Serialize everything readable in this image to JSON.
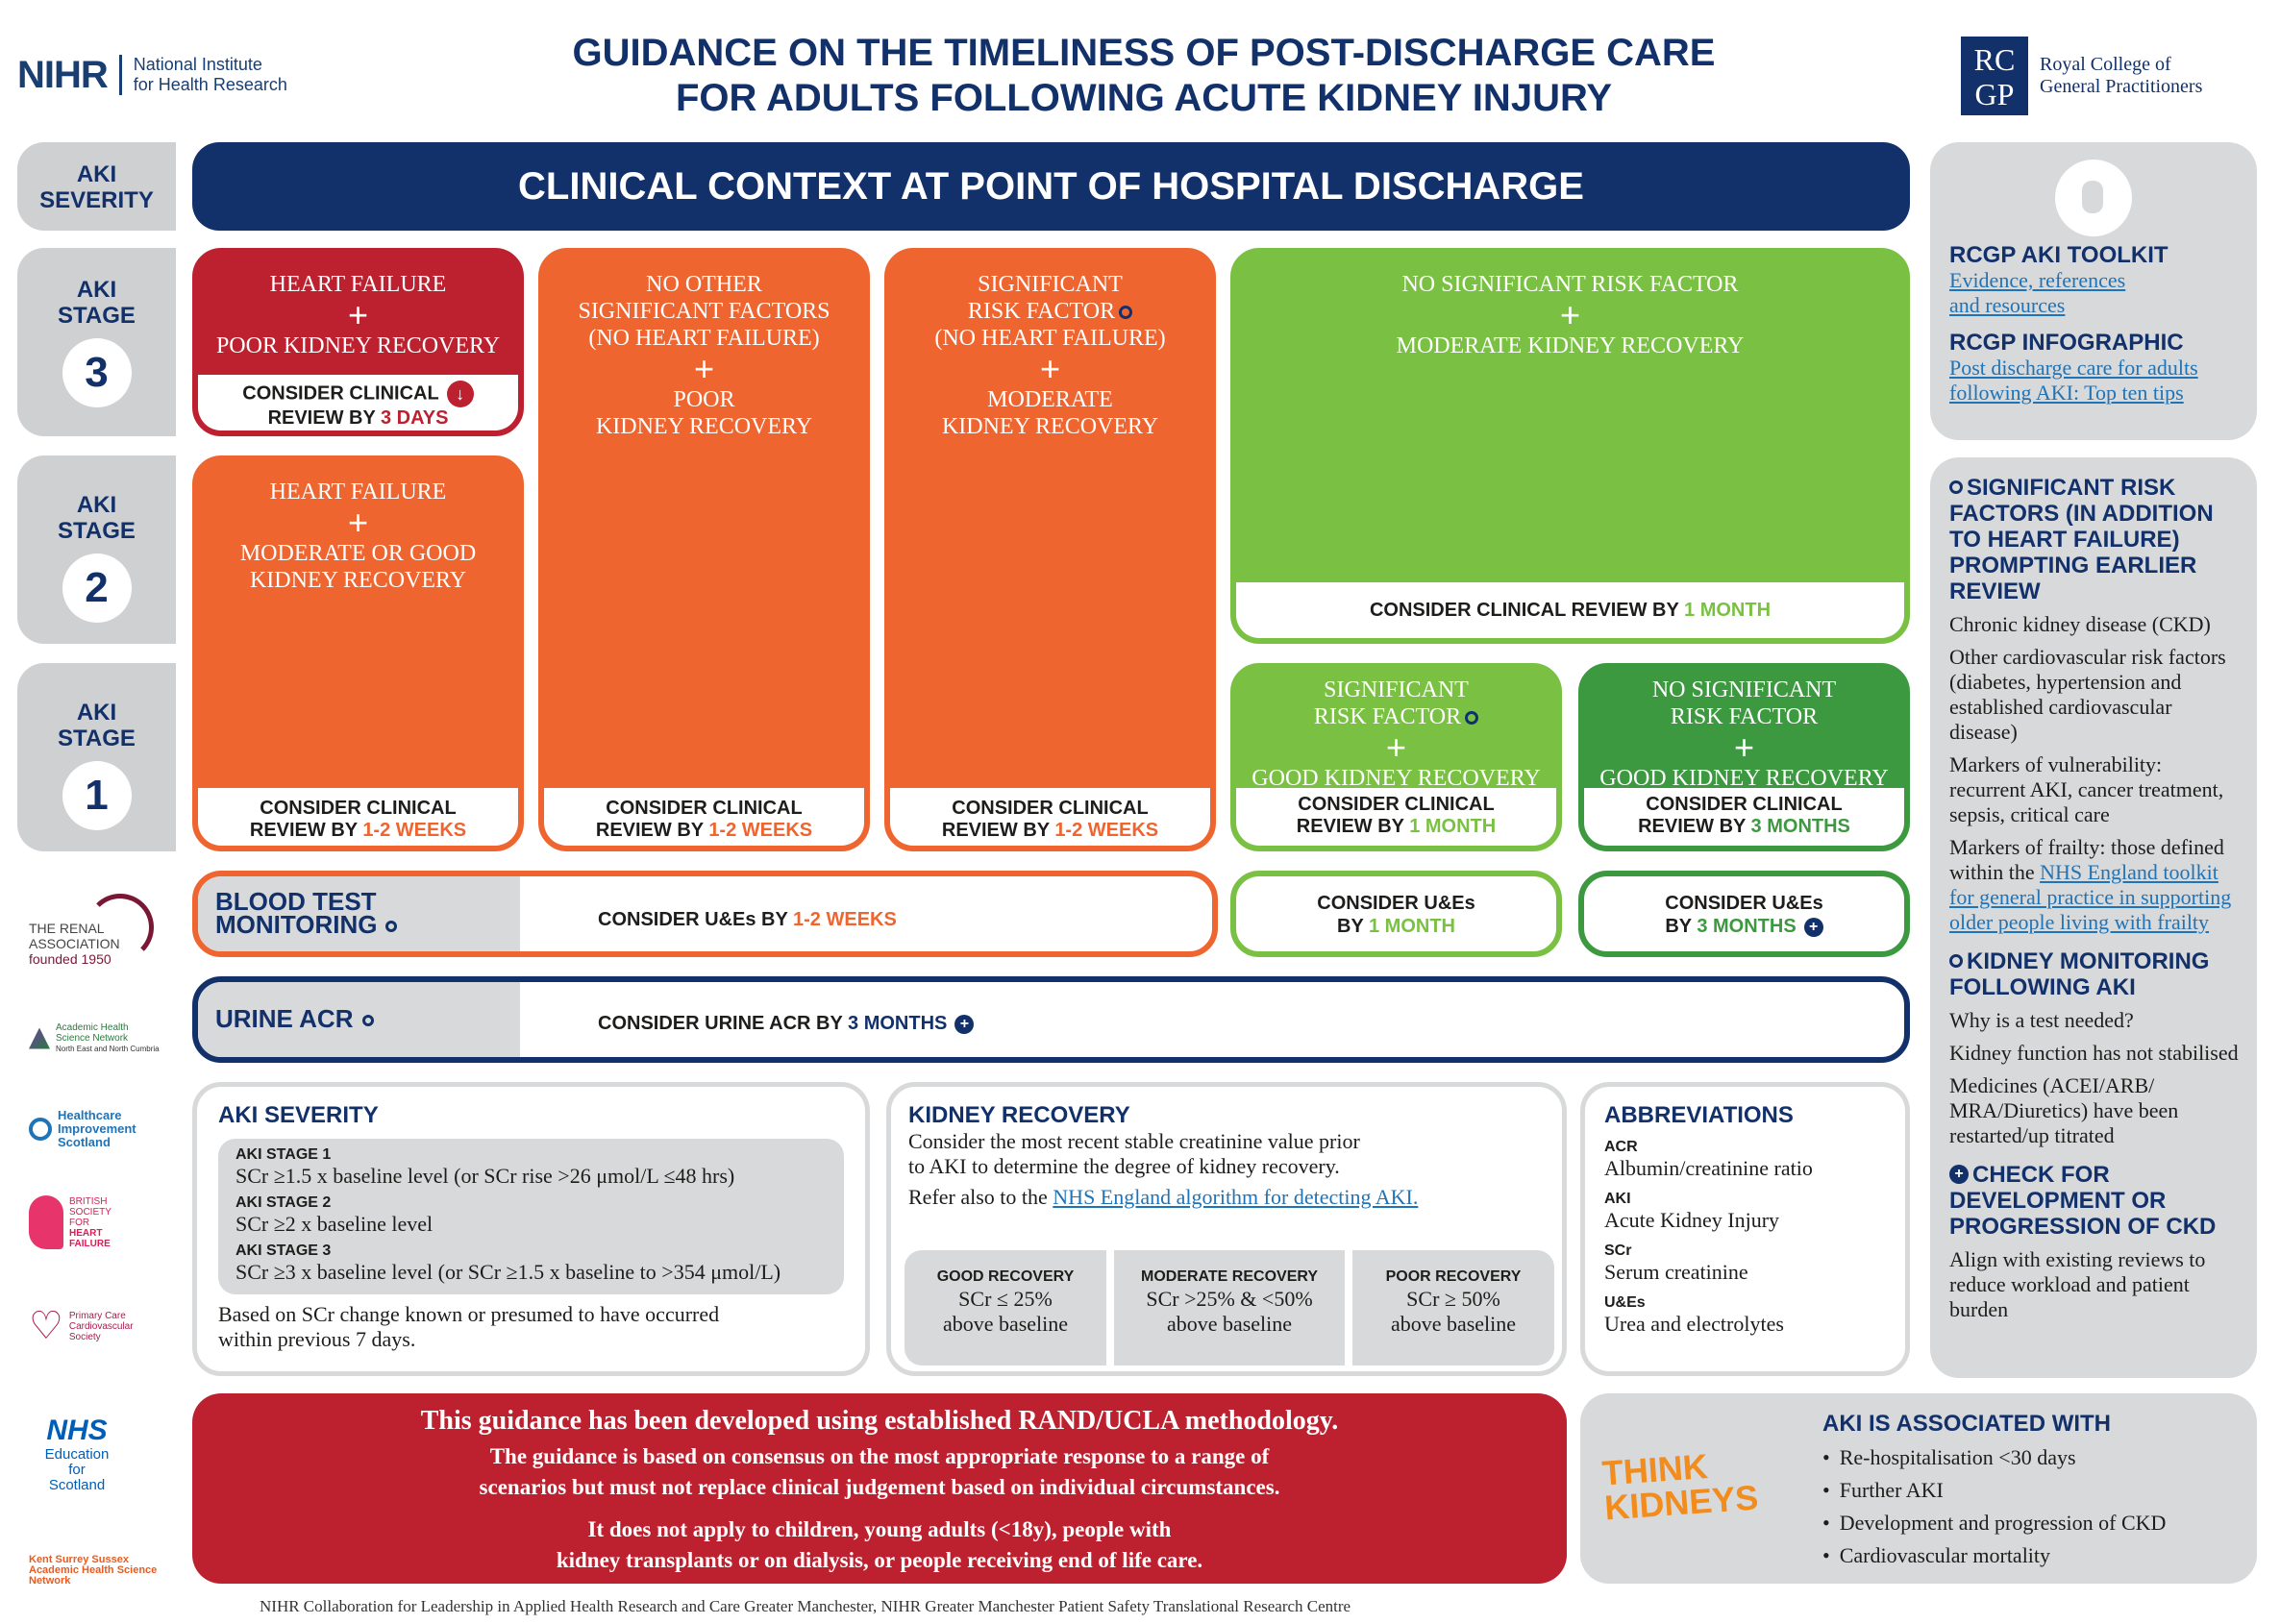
{
  "header": {
    "nihr_mark": "NIHR",
    "nihr_line1": "National Institute",
    "nihr_line2": "for Health Research",
    "title_line1": "GUIDANCE ON THE TIMELINESS OF POST-DISCHARGE CARE",
    "title_line2": "FOR ADULTS FOLLOWING ACUTE KIDNEY INJURY",
    "rcgp_mark_top": "RC",
    "rcgp_mark_bottom": "GP",
    "rcgp_line1": "Royal College of",
    "rcgp_line2": "General Practitioners"
  },
  "left_labels": {
    "severity_1": "AKI",
    "severity_2": "SEVERITY",
    "stage_word_1": "AKI",
    "stage_word_2": "STAGE",
    "stage3": "3",
    "stage2": "2",
    "stage1": "1"
  },
  "banner": "CLINICAL CONTEXT AT POINT OF HOSPITAL DISCHARGE",
  "plus": "+",
  "cards": {
    "hf_poor": {
      "line1": "HEART FAILURE",
      "line2": "POOR KIDNEY RECOVERY",
      "ft1": "CONSIDER CLINICAL",
      "ft2": "REVIEW BY ",
      "time": "3 DAYS"
    },
    "hf_modgood": {
      "line1": "HEART FAILURE",
      "line2": "MODERATE OR GOOD",
      "line3": "KIDNEY RECOVERY",
      "ft1": "CONSIDER CLINICAL",
      "ft2": "REVIEW BY ",
      "time": "1-2 WEEKS"
    },
    "noother_poor": {
      "line1": "NO OTHER",
      "line2": "SIGNIFICANT FACTORS",
      "line3": "(NO HEART FAILURE)",
      "line4": "POOR",
      "line5": "KIDNEY RECOVERY",
      "ft1": "CONSIDER CLINICAL",
      "ft2": "REVIEW BY ",
      "time": "1-2 WEEKS"
    },
    "sig_mod": {
      "line1": "SIGNIFICANT",
      "line2": "RISK FACTOR",
      "line3": "(NO HEART FAILURE)",
      "line4": "MODERATE",
      "line5": "KIDNEY RECOVERY",
      "ft1": "CONSIDER CLINICAL",
      "ft2": "REVIEW BY ",
      "time": "1-2 WEEKS"
    },
    "nosig_mod": {
      "line1": "NO SIGNIFICANT RISK FACTOR",
      "line2": "MODERATE KIDNEY RECOVERY",
      "ft": "CONSIDER CLINICAL REVIEW BY ",
      "time": "1 MONTH"
    },
    "sig_good": {
      "line1": "SIGNIFICANT",
      "line2": "RISK FACTOR",
      "line3": "GOOD KIDNEY RECOVERY",
      "ft1": "CONSIDER CLINICAL",
      "ft2": "REVIEW BY ",
      "time": "1 MONTH"
    },
    "nosig_good": {
      "line1": "NO SIGNIFICANT",
      "line2": "RISK FACTOR",
      "line3": "GOOD KIDNEY RECOVERY",
      "ft1": "CONSIDER CLINICAL",
      "ft2": "REVIEW BY ",
      "time": "3 MONTHS"
    }
  },
  "monitoring": {
    "blood_label1": "BLOOD TEST",
    "blood_label2": "MONITORING",
    "blood_text": "CONSIDER U&Es BY ",
    "blood_time": "1-2 WEEKS",
    "blood_1m_1": "CONSIDER U&Es",
    "blood_1m_2": "BY ",
    "blood_1m_time": "1 MONTH",
    "blood_3m_1": "CONSIDER U&Es",
    "blood_3m_2": "BY ",
    "blood_3m_time": "3 MONTHS",
    "urine_label": "URINE ACR",
    "urine_text": "CONSIDER URINE ACR BY ",
    "urine_time": "3 MONTHS"
  },
  "partners": {
    "renal_1": "THE RENAL",
    "renal_2": "ASSOCIATION",
    "renal_3": "founded 1950",
    "ahsn_1": "Academic Health",
    "ahsn_2": "Science Network",
    "ahsn_3": "North East and North Cumbria",
    "his_1": "Healthcare",
    "his_2": "Improvement",
    "his_3": "Scotland",
    "bsh_1": "BRITISH",
    "bsh_2": "SOCIETY",
    "bsh_3": "FOR",
    "bsh_4": "HEART",
    "bsh_5": "FAILURE",
    "pccs_1": "Primary Care",
    "pccs_2": "Cardiovascular",
    "pccs_3": "Society",
    "nes_1": "NHS",
    "nes_2": "Education",
    "nes_3": "for",
    "nes_4": "Scotland",
    "kss_1": "Kent Surrey Sussex",
    "kss_2": "Academic Health Science",
    "kss_3": "Network"
  },
  "severity_panel": {
    "title": "AKI SEVERITY",
    "s1_label": "AKI STAGE 1",
    "s1_text": "SCr ≥1.5 x baseline level (or SCr rise >26 μmol/L ≤48 hrs)",
    "s2_label": "AKI STAGE 2",
    "s2_text": "SCr ≥2 x baseline level",
    "s3_label": "AKI STAGE 3",
    "s3_text": "SCr ≥3 x baseline level (or SCr ≥1.5 x baseline to >354 μmol/L)",
    "note1": "Based on SCr change known or presumed to have occurred",
    "note2": "within previous 7 days."
  },
  "recovery_panel": {
    "title": "KIDNEY RECOVERY",
    "text1": "Consider the most recent stable creatinine value prior",
    "text2": "to AKI to determine the degree of kidney recovery.",
    "text3": "Refer also to the ",
    "link": "NHS England algorithm for detecting AKI.",
    "good_h": "GOOD RECOVERY",
    "good_1": "SCr ≤ 25%",
    "good_2": "above baseline",
    "mod_h": "MODERATE RECOVERY",
    "mod_1": "SCr >25% & <50%",
    "mod_2": "above baseline",
    "poor_h": "POOR RECOVERY",
    "poor_1": "SCr ≥ 50%",
    "poor_2": "above baseline"
  },
  "abbreviations": {
    "title": "ABBREVIATIONS",
    "k1": "ACR",
    "v1": "Albumin/creatinine ratio",
    "k2": "AKI",
    "v2": "Acute Kidney Injury",
    "k3": "SCr",
    "v3": "Serum creatinine",
    "k4": "U&Es",
    "v4": "Urea and electrolytes"
  },
  "disclaimer": {
    "line1": "This guidance has been developed using established RAND/UCLA methodology.",
    "line2a": "The guidance is based on consensus on the most appropriate response to a range of",
    "line2b": "scenarios but must not replace clinical judgement based on individual circumstances.",
    "line3a": "It does not apply to children, young adults (<18y), people with",
    "line3b": "kidney transplants or on dialysis, or people receiving end of life care."
  },
  "right_column": {
    "toolkit_title": "RCGP AKI TOOLKIT",
    "toolkit_link1": "Evidence, references",
    "toolkit_link2": "and resources",
    "infographic_title": "RCGP INFOGRAPHIC",
    "infographic_link1": "Post discharge care for adults",
    "infographic_link2": "following AKI: Top ten tips",
    "risk_title": "SIGNIFICANT RISK FACTORS (IN ADDITION TO HEART FAILURE) PROMPTING EARLIER REVIEW",
    "risk_1": "Chronic kidney disease (CKD)",
    "risk_2": "Other cardiovascular risk factors (diabetes, hypertension and established cardiovascular disease)",
    "risk_3": "Markers of vulnerability: recurrent AKI, cancer treatment, sepsis, critical care",
    "risk_4a": "Markers of frailty: those defined within the ",
    "risk_4_link": "NHS England toolkit for general practice in supporting older people living with frailty",
    "monitor_title": "KIDNEY MONITORING FOLLOWING AKI",
    "monitor_1": "Why is a test needed?",
    "monitor_2": "Kidney function has not stabilised",
    "monitor_3": "Medicines (ACEI/ARB/ MRA/Diuretics) have been restarted/up titrated",
    "ckd_title": "CHECK FOR DEVELOPMENT OR PROGRESSION OF CKD",
    "ckd_1": "Align with existing reviews to reduce workload and patient burden"
  },
  "associated": {
    "logo_1": "THINK",
    "logo_2": "KIDNEYS",
    "title": "AKI IS ASSOCIATED WITH",
    "items": [
      "Re-hospitalisation <30 days",
      "Further AKI",
      "Development and progression of CKD",
      "Cardiovascular mortality"
    ]
  },
  "footer": "NIHR Collaboration for Leadership in Applied Health Research and Care Greater Manchester, NIHR Greater Manchester Patient Safety Translational Research Centre",
  "colors": {
    "navy": "#12306a",
    "red": "#bd202e",
    "orange": "#ef6530",
    "green": "#7ac143",
    "dark_green": "#3d9940",
    "grey": "#d8d9da"
  }
}
